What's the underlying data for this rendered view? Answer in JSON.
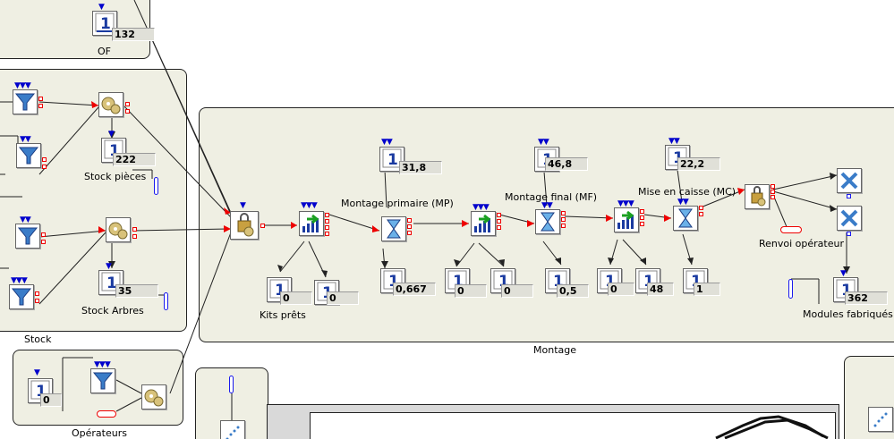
{
  "groups": {
    "stock": {
      "title": "Stock"
    },
    "montage": {
      "title": "Montage"
    },
    "operateurs": {
      "title": "Opérateurs"
    }
  },
  "blocks": {
    "of": {
      "label": "OF",
      "value": "132"
    },
    "stock_pieces": {
      "label": "Stock pièces",
      "value": "222"
    },
    "stock_arbres": {
      "label": "Stock Arbres",
      "value": "35"
    },
    "operateurs_counter": {
      "value": "0"
    },
    "kits_prets": {
      "label": "Kits prêts",
      "value": "0"
    },
    "kits_counter2": {
      "value": "0"
    },
    "mp": {
      "label": "Montage primaire (MP)",
      "top_value": "31,8",
      "bottom_value": "0,667"
    },
    "mp_after1": {
      "value": "0"
    },
    "mp_after2": {
      "value": "0"
    },
    "mf": {
      "label": "Montage final (MF)",
      "top_value": "46,8",
      "bottom_value": "0,5"
    },
    "mf_after1": {
      "value": "0"
    },
    "mf_after2": {
      "value": "48"
    },
    "mc": {
      "label": "Mise en caisse (MC)",
      "top_value": "22,2",
      "bottom_value": "1"
    },
    "renvoi": {
      "label": "Renvoi opérateur"
    },
    "modules": {
      "label": "Modules fabriqués",
      "value": "362"
    }
  },
  "icons": {
    "counter": "counter-one-icon",
    "filter": "funnel-icon",
    "batch": "gears-icon",
    "assembler": "lock-gears-icon",
    "queue": "bars-arrow-icon",
    "server": "hourglass-icon",
    "dispose": "x-cross-icon"
  },
  "colors": {
    "group_bg": "#efefe3",
    "port_in": "#0000cc",
    "port_out": "#ee0000",
    "wire": "#222222"
  }
}
